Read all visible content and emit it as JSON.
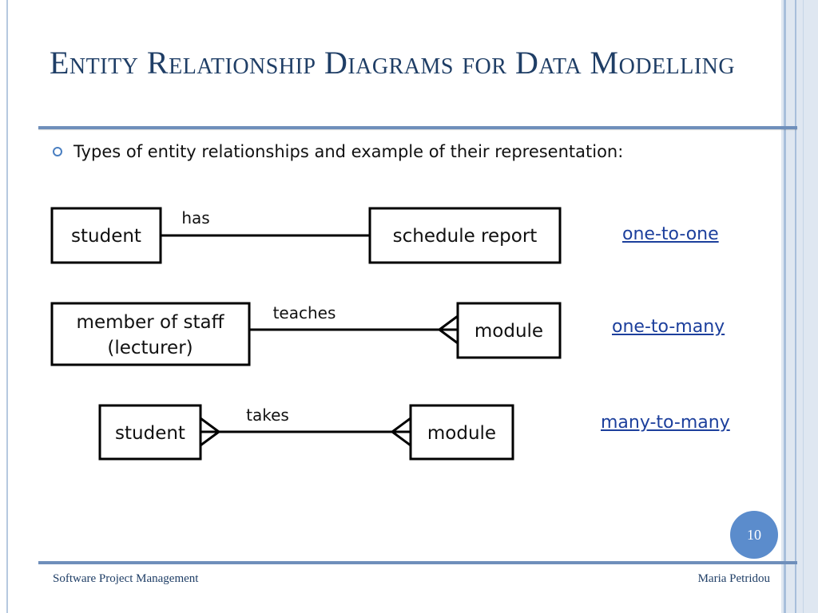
{
  "slide": {
    "title": "Entity Relationship Diagrams for Data Modelling",
    "bullet": "Types of entity relationships and example of their representation:",
    "page_number": "10",
    "accent_color": "#5b8ccc",
    "title_color": "#1f3e66",
    "link_color": "#1c3f9c"
  },
  "footer": {
    "left": "Software Project Management",
    "right": "Maria Petridou"
  },
  "relationships": [
    {
      "kind": "one-to-one",
      "left_entity": "student",
      "right_entity": "schedule report",
      "verb": "has"
    },
    {
      "kind": "one-to-many",
      "left_entity_line1": "member of staff",
      "left_entity_line2": "(lecturer)",
      "right_entity": "module",
      "verb": "teaches"
    },
    {
      "kind": "many-to-many",
      "left_entity": "student",
      "right_entity": "module",
      "verb": "takes"
    }
  ]
}
